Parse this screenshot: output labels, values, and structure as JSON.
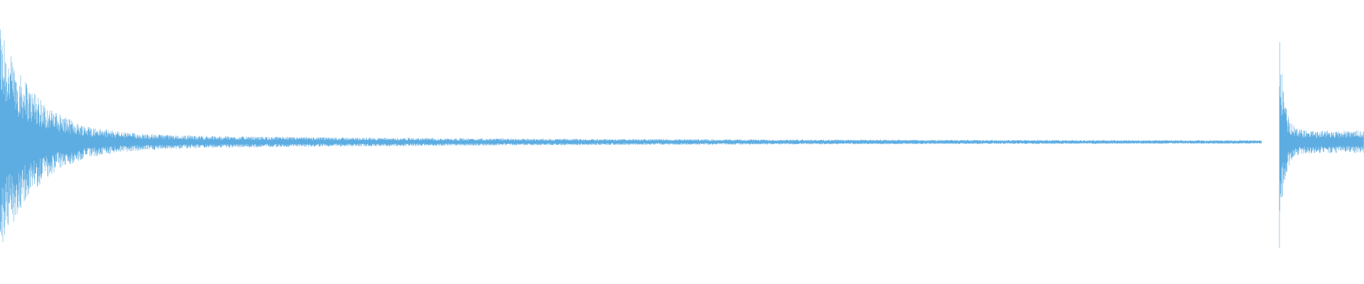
{
  "waveform": {
    "color": "#5dade2",
    "background": "#ffffff",
    "channels": 1,
    "clips": [
      {
        "id": "clip-1",
        "start_fraction": 0.0,
        "end_fraction": 0.925,
        "peak_amplitude": 0.75,
        "decay": "exponential",
        "tail_level": 0.01
      },
      {
        "id": "clip-2",
        "start_fraction": 0.938,
        "end_fraction": 1.0,
        "peak_amplitude": 0.74,
        "decay": "exponential",
        "tail_level": 0.05
      }
    ]
  }
}
